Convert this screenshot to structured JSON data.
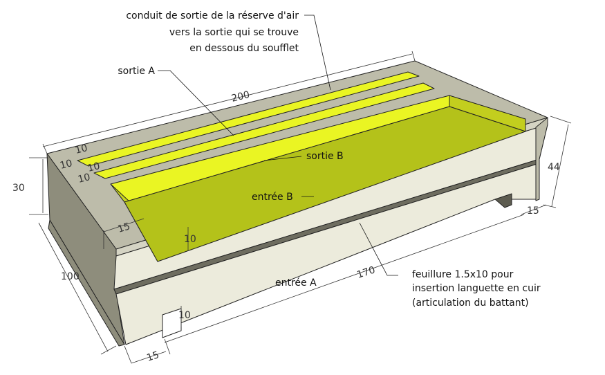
{
  "annotations": {
    "conduit_line1": "conduit de sortie de la réserve d'air",
    "conduit_line2": "vers la sortie qui se trouve",
    "conduit_line3": "en dessous du soufflet",
    "sortie_a": "sortie A",
    "sortie_b": "sortie B",
    "entree_b": "entrée B",
    "entree_a": "entrée A",
    "feuillure_line1": "feuillure 1.5x10 pour",
    "feuillure_line2": "insertion languette en cuir",
    "feuillure_line3": "(articulation du battant)"
  },
  "dimensions": {
    "length_top": "200",
    "height_right": "44",
    "depth_right": "15",
    "height_left": "30",
    "depth_left": "100",
    "length_bottom": "170",
    "wall_front": "15",
    "recess_height": "10",
    "foot_height": "10",
    "foot_width": "15",
    "slot1_width": "10",
    "slot_gap1": "10",
    "slot2_width": "10",
    "slot_gap2": "10"
  },
  "colors": {
    "stone": "#bdbcaa",
    "stone_dark": "#8e8d7c",
    "stone_light": "#ecebdc",
    "yellow": "#eaf523",
    "yellow_green": "#b4c21a"
  }
}
